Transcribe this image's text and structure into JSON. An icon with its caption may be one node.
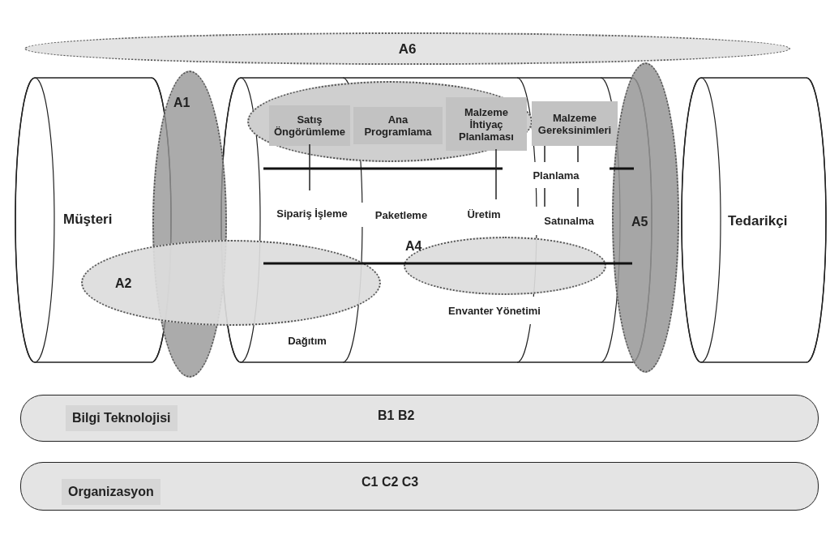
{
  "diagram": {
    "nodes": [
      {
        "text": [
          "A6"
        ]
      },
      {
        "text": [
          "Müşteri"
        ]
      },
      {
        "text": [
          "A1"
        ]
      },
      {
        "text": [],
        "shape": "cylinder"
      },
      {
        "text": [],
        "shape": "ellipse",
        "in": 3
      },
      {
        "text": [
          "Satış Öngörümleme"
        ],
        "in": 4
      },
      {
        "text": [
          "Ana Programlama"
        ],
        "in": 4
      },
      {
        "text": [
          "Malzeme İhtiyaç Planlaması"
        ],
        "in": 4
      },
      {
        "text": [
          "Malzeme Gereksinimleri"
        ],
        "in": 3
      },
      {
        "text": [
          "Planlama"
        ],
        "in": 3
      },
      {
        "text": [
          "Sipariş İşleme"
        ],
        "in": 3
      },
      {
        "text": [
          "Paketleme"
        ],
        "in": 3
      },
      {
        "text": [
          "Üretim"
        ],
        "in": 3
      },
      {
        "text": [
          "Satınalma"
        ],
        "in": 3
      },
      {
        "text": [
          "A2"
        ]
      },
      {
        "text": [
          "A4"
        ],
        "in": 3
      },
      {
        "text": [
          "Dağıtım"
        ],
        "in": 3
      },
      {
        "text": [
          "Envanter Yönetimi"
        ],
        "in": 3
      },
      {
        "text": [
          "A5"
        ]
      },
      {
        "text": [
          "Tedarikçi"
        ]
      },
      {
        "text": [
          "Bilgi Teknolojisi",
          "B1 B2"
        ]
      },
      {
        "text": [
          "Organizasyon",
          "C1 C2 C3"
        ]
      }
    ],
    "edges": [
      {
        "from": 5,
        "to": 10,
        "arrow": "none"
      },
      {
        "from": 7,
        "to": 12,
        "arrow": "none"
      },
      {
        "from": 8,
        "to": 9,
        "arrow": "none"
      },
      {
        "from": 8,
        "to": 9,
        "arrow": "none"
      },
      {
        "from": 9,
        "to": 13,
        "arrow": "none"
      },
      {
        "from": 9,
        "to": 13,
        "arrow": "none"
      }
    ]
  }
}
